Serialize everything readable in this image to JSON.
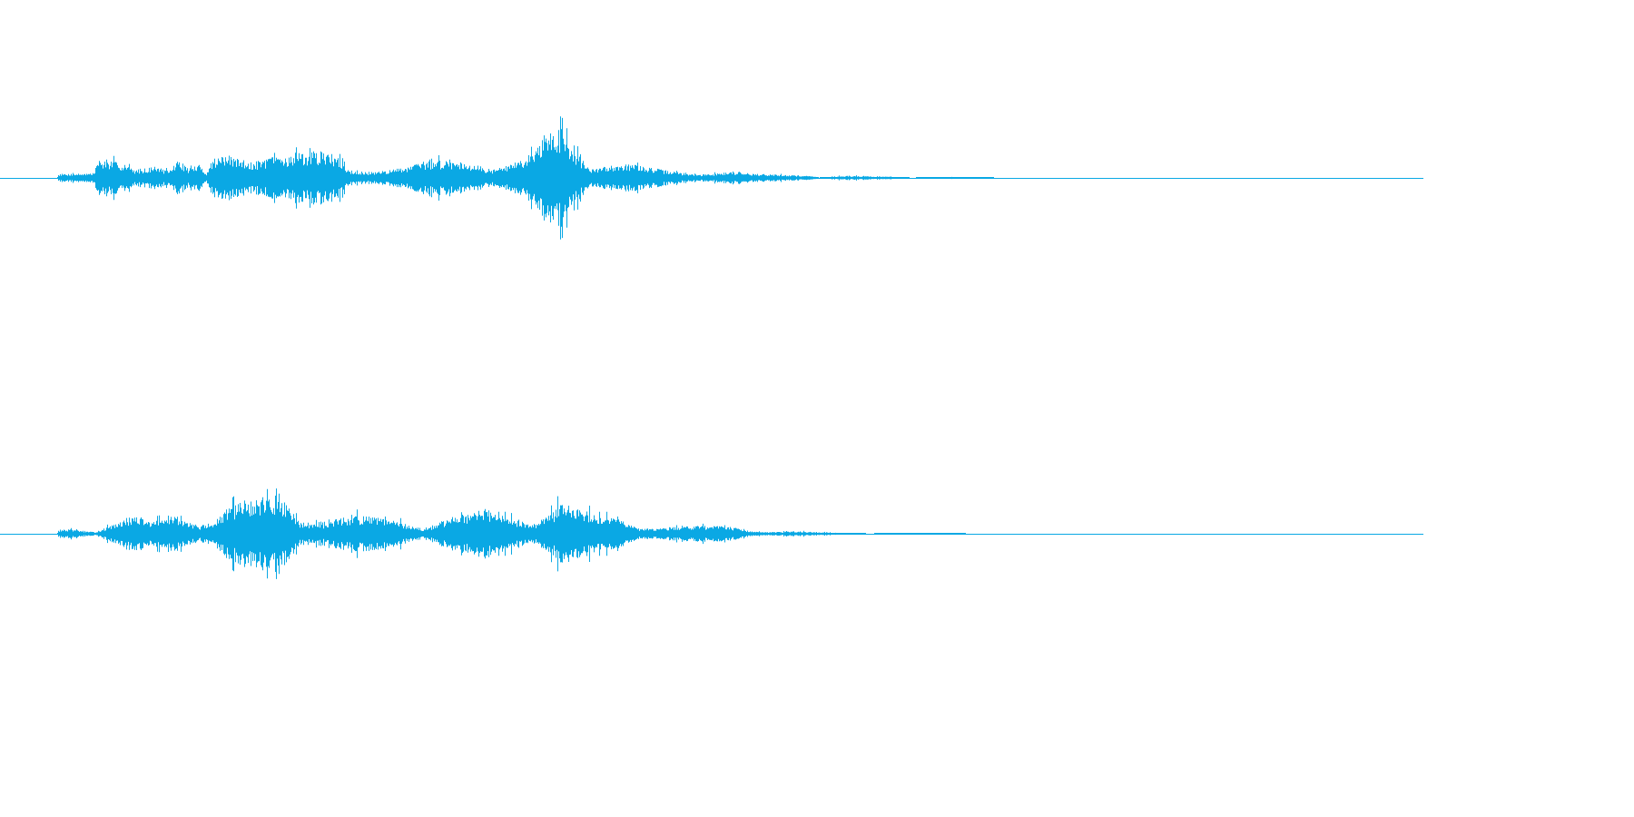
{
  "colors": {
    "background": "#ffffff",
    "waveform": "#0aa8e4"
  },
  "channels": [
    {
      "name": "channel-1",
      "envelope": [
        [
          0.0,
          0.0
        ],
        [
          0.04,
          0.0
        ],
        [
          0.041,
          0.05
        ],
        [
          0.05,
          0.05
        ],
        [
          0.066,
          0.06
        ],
        [
          0.068,
          0.22
        ],
        [
          0.08,
          0.2
        ],
        [
          0.095,
          0.1
        ],
        [
          0.11,
          0.14
        ],
        [
          0.118,
          0.08
        ],
        [
          0.125,
          0.22
        ],
        [
          0.132,
          0.12
        ],
        [
          0.14,
          0.16
        ],
        [
          0.145,
          0.06
        ],
        [
          0.15,
          0.25
        ],
        [
          0.16,
          0.27
        ],
        [
          0.17,
          0.22
        ],
        [
          0.18,
          0.18
        ],
        [
          0.19,
          0.25
        ],
        [
          0.205,
          0.28
        ],
        [
          0.215,
          0.3
        ],
        [
          0.225,
          0.32
        ],
        [
          0.235,
          0.28
        ],
        [
          0.245,
          0.1
        ],
        [
          0.26,
          0.06
        ],
        [
          0.275,
          0.1
        ],
        [
          0.29,
          0.16
        ],
        [
          0.3,
          0.2
        ],
        [
          0.315,
          0.22
        ],
        [
          0.33,
          0.18
        ],
        [
          0.345,
          0.1
        ],
        [
          0.355,
          0.14
        ],
        [
          0.365,
          0.22
        ],
        [
          0.372,
          0.28
        ],
        [
          0.378,
          0.48
        ],
        [
          0.385,
          0.55
        ],
        [
          0.392,
          0.6
        ],
        [
          0.398,
          0.5
        ],
        [
          0.405,
          0.3
        ],
        [
          0.415,
          0.1
        ],
        [
          0.425,
          0.14
        ],
        [
          0.435,
          0.18
        ],
        [
          0.45,
          0.15
        ],
        [
          0.465,
          0.1
        ],
        [
          0.48,
          0.06
        ],
        [
          0.49,
          0.04
        ],
        [
          0.5,
          0.05
        ],
        [
          0.515,
          0.08
        ],
        [
          0.53,
          0.05
        ],
        [
          0.545,
          0.04
        ],
        [
          0.56,
          0.03
        ],
        [
          0.572,
          0.02
        ],
        [
          0.575,
          0.0
        ],
        [
          0.585,
          0.02
        ],
        [
          0.6,
          0.025
        ],
        [
          0.625,
          0.015
        ],
        [
          0.64,
          0.0
        ],
        [
          0.67,
          0.01
        ],
        [
          0.69,
          0.005
        ],
        [
          0.7,
          0.0
        ],
        [
          1.0,
          0.0
        ]
      ],
      "seed": 7
    },
    {
      "name": "channel-2",
      "envelope": [
        [
          0.0,
          0.0
        ],
        [
          0.04,
          0.0
        ],
        [
          0.041,
          0.05
        ],
        [
          0.05,
          0.05
        ],
        [
          0.066,
          0.02
        ],
        [
          0.075,
          0.08
        ],
        [
          0.09,
          0.18
        ],
        [
          0.097,
          0.22
        ],
        [
          0.105,
          0.14
        ],
        [
          0.115,
          0.18
        ],
        [
          0.123,
          0.22
        ],
        [
          0.13,
          0.15
        ],
        [
          0.14,
          0.1
        ],
        [
          0.15,
          0.14
        ],
        [
          0.16,
          0.3
        ],
        [
          0.17,
          0.4
        ],
        [
          0.18,
          0.42
        ],
        [
          0.19,
          0.46
        ],
        [
          0.2,
          0.38
        ],
        [
          0.21,
          0.15
        ],
        [
          0.225,
          0.12
        ],
        [
          0.235,
          0.18
        ],
        [
          0.25,
          0.22
        ],
        [
          0.265,
          0.2
        ],
        [
          0.28,
          0.15
        ],
        [
          0.29,
          0.08
        ],
        [
          0.3,
          0.06
        ],
        [
          0.31,
          0.15
        ],
        [
          0.325,
          0.22
        ],
        [
          0.34,
          0.3
        ],
        [
          0.355,
          0.25
        ],
        [
          0.365,
          0.15
        ],
        [
          0.375,
          0.12
        ],
        [
          0.385,
          0.22
        ],
        [
          0.395,
          0.4
        ],
        [
          0.405,
          0.3
        ],
        [
          0.42,
          0.25
        ],
        [
          0.435,
          0.22
        ],
        [
          0.442,
          0.12
        ],
        [
          0.45,
          0.06
        ],
        [
          0.465,
          0.07
        ],
        [
          0.48,
          0.1
        ],
        [
          0.5,
          0.1
        ],
        [
          0.515,
          0.08
        ],
        [
          0.525,
          0.03
        ],
        [
          0.54,
          0.02
        ],
        [
          0.56,
          0.03
        ],
        [
          0.575,
          0.02
        ],
        [
          0.61,
          0.0
        ],
        [
          0.63,
          0.005
        ],
        [
          0.67,
          0.005
        ],
        [
          0.68,
          0.0
        ],
        [
          1.0,
          0.0
        ]
      ],
      "seed": 13
    }
  ]
}
